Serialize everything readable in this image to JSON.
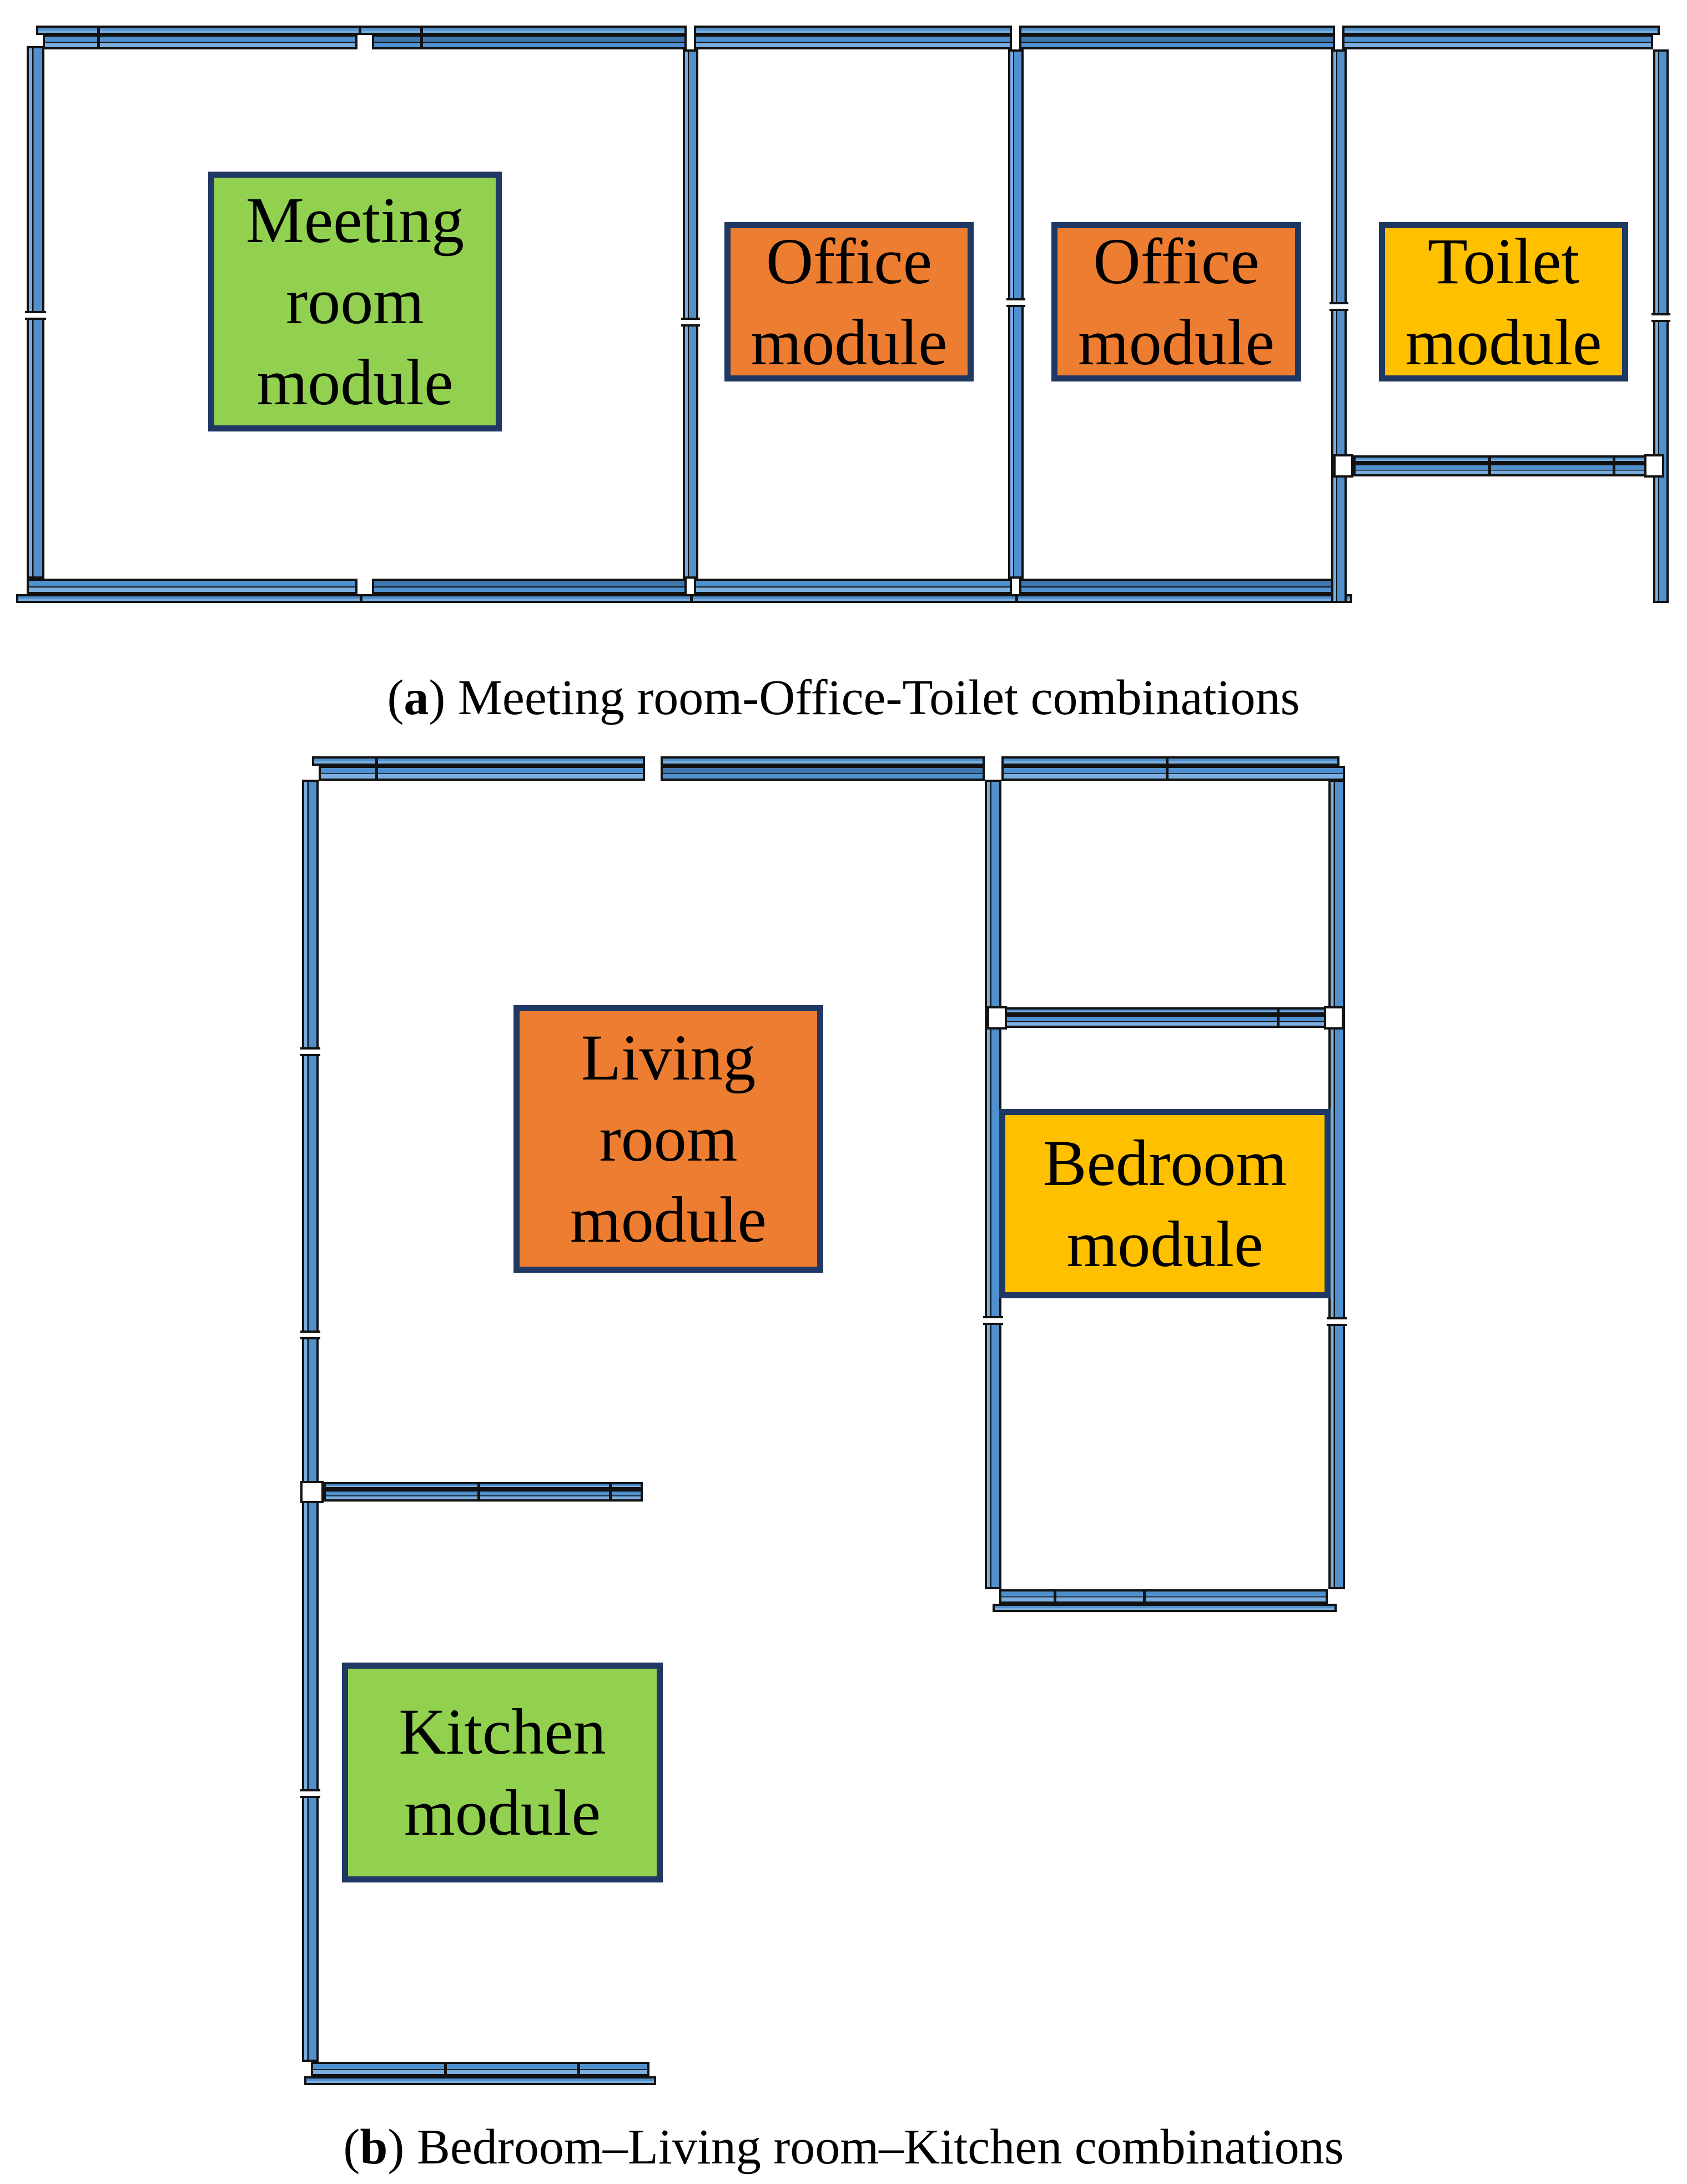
{
  "colors": {
    "wall_blue": "#5090CE",
    "wall_blue_light": "#7AAEDE",
    "wall_blue_dark": "#3F76AE",
    "wall_outline": "#121212",
    "box_border_navy": "#1F3864",
    "module_green": "#92D050",
    "module_orange": "#ED7D31",
    "module_yellow": "#FFC000",
    "text_black": "#000000"
  },
  "panel_a": {
    "caption": {
      "open": "(",
      "letter": "a",
      "close": ")",
      "text": " Meeting room-Office-Toilet combinations"
    },
    "modules": {
      "meeting_room": {
        "line1": "Meeting",
        "line2": "room",
        "line3": "module"
      },
      "office_1": {
        "line1": "Office",
        "line2": "module"
      },
      "office_2": {
        "line1": "Office",
        "line2": "module"
      },
      "toilet": {
        "line1": "Toilet",
        "line2": "module"
      }
    }
  },
  "panel_b": {
    "caption": {
      "open": "(",
      "letter": "b",
      "close": ")",
      "text": " Bedroom–Living room–Kitchen combinations"
    },
    "modules": {
      "living_room": {
        "line1": "Living",
        "line2": "room",
        "line3": "module"
      },
      "bedroom": {
        "line1": "Bedroom",
        "line2": "module"
      },
      "kitchen": {
        "line1": "Kitchen",
        "line2": "module"
      }
    }
  }
}
